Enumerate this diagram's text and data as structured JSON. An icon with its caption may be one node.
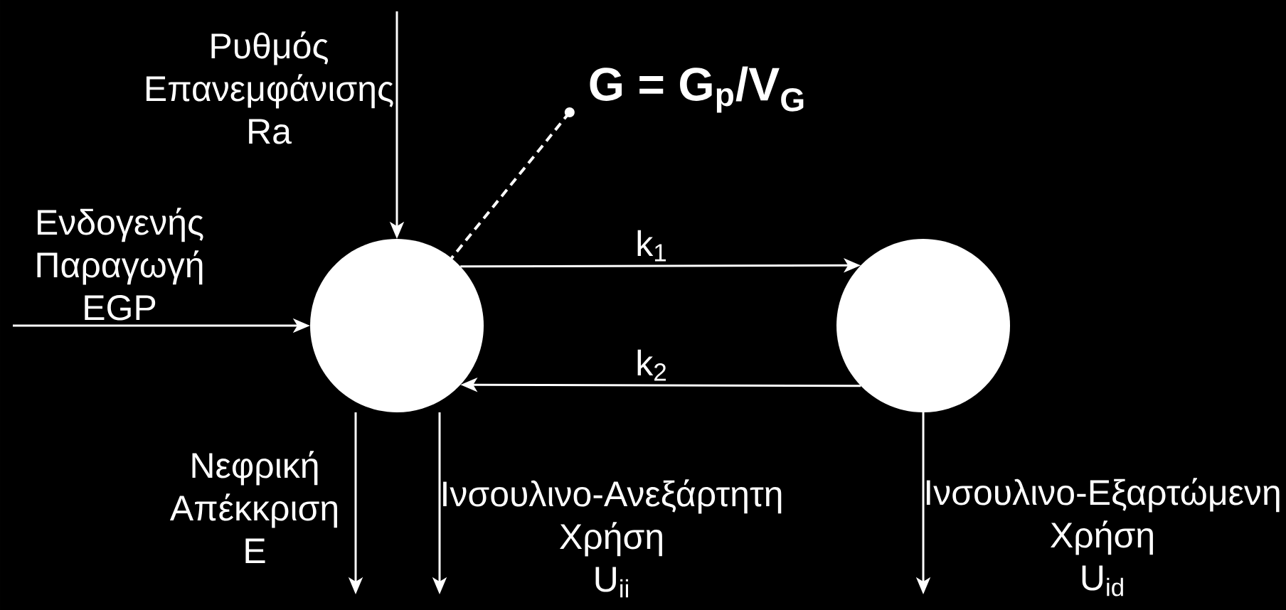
{
  "diagram": {
    "nodes": [
      {
        "text": [
          "G = G$_{p}$/V$_{G}$"
        ]
      },
      {
        "text": [],
        "shape": "circle"
      },
      {
        "text": [],
        "shape": "circle"
      }
    ],
    "edges": [
      {
        "from": null,
        "to": 1,
        "arrow": "to",
        "label": "Ρυθμός Επανεμφάνισης Ra"
      },
      {
        "from": null,
        "to": 1,
        "arrow": "to",
        "label": "Ενδογενής Παραγωγή EGP"
      },
      {
        "from": 1,
        "to": 2,
        "arrow": "to",
        "label": "k$_{1}$"
      },
      {
        "from": 2,
        "to": 1,
        "arrow": "to",
        "label": "k$_{2}$"
      },
      {
        "from": 1,
        "to": null,
        "arrow": "to",
        "label": "Νεφρική Απέκκριση E"
      },
      {
        "from": 1,
        "to": null,
        "arrow": "to",
        "label": "Ινσουλινο-Ανεξάρτητη Χρήση U$_{ii}$"
      },
      {
        "from": 2,
        "to": null,
        "arrow": "to",
        "label": "Ινσουλινο-Εξαρτώμενη Χρήση U$_{id}$"
      },
      {
        "from": 0,
        "to": 1,
        "arrow": "other",
        "style": "dashed"
      }
    ]
  }
}
